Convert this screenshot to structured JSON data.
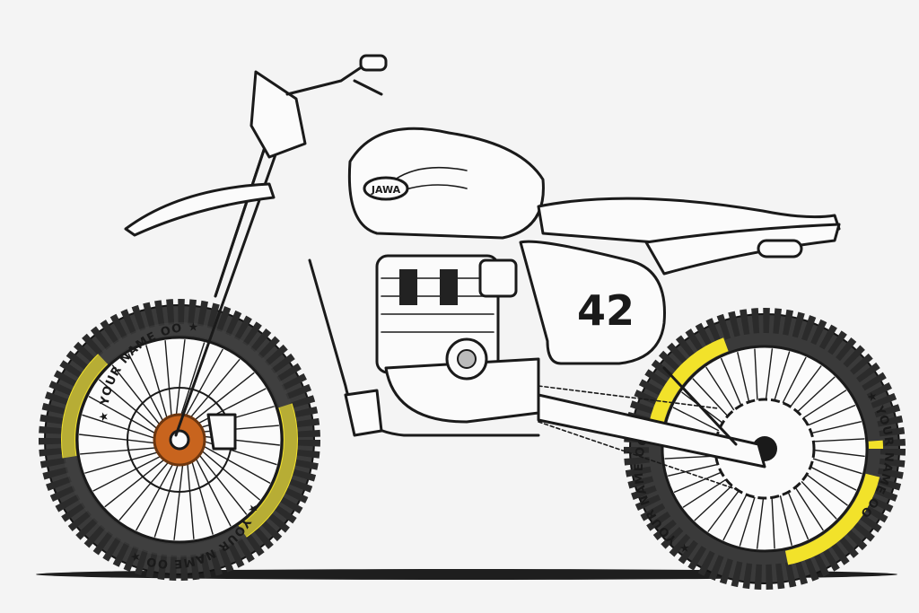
{
  "illustration": {
    "subject": "motorcycle-sketch",
    "tank_badge": "JAWA",
    "race_number": "42",
    "tire_lettering": "★ YOUR NAME OO ★",
    "colors": {
      "background": "#f4f4f4",
      "ink": "#1a1a1a",
      "tire": "#3a3a3a",
      "tire_lettering_band": "#f2e22a",
      "front_hub": "#c8641e",
      "ground_shadow": "#1e1e1e"
    }
  }
}
